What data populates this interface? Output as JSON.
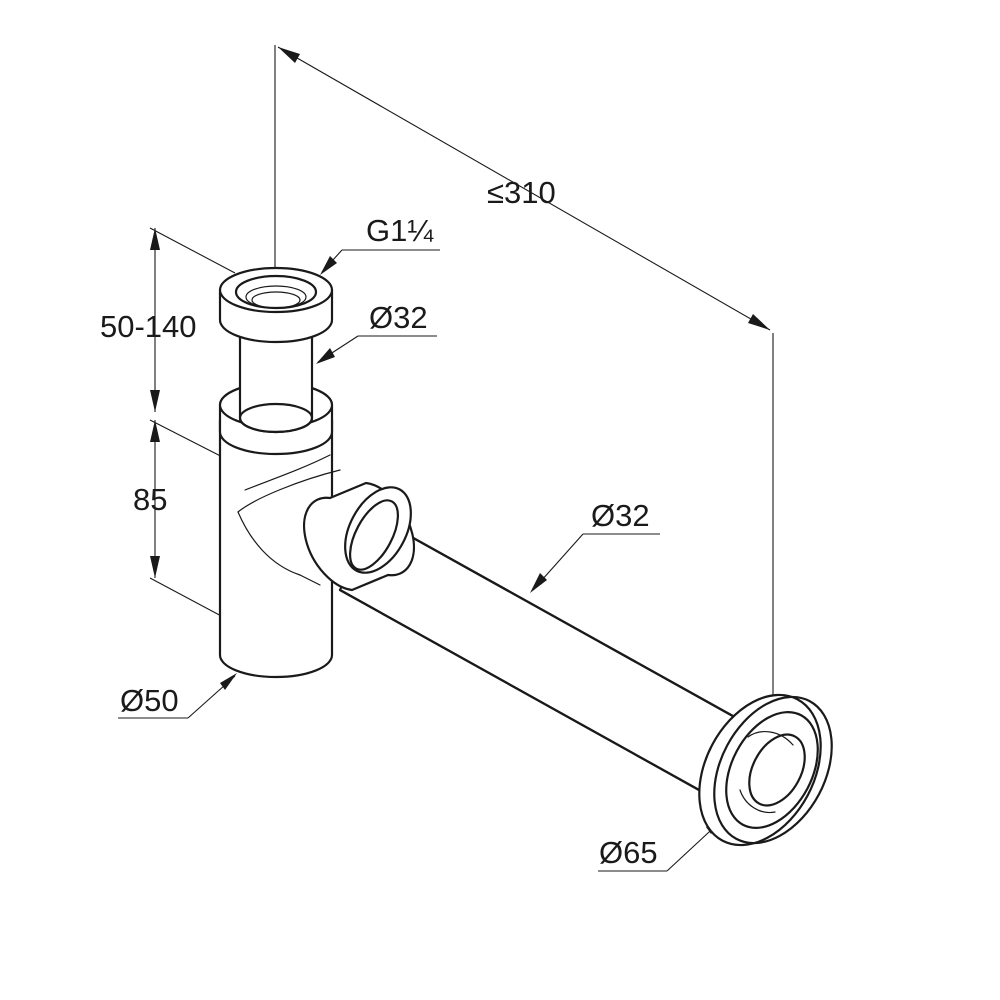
{
  "dimensions": {
    "length": "≤310",
    "thread": "G1¼",
    "inlet_pipe_diameter": "Ø32",
    "height_adjust": "50-140",
    "body_height": "85",
    "outlet_pipe_diameter": "Ø32",
    "body_diameter": "Ø50",
    "rosette_diameter": "Ø65"
  },
  "colors": {
    "line": "#1a1a1a",
    "background": "#ffffff"
  }
}
